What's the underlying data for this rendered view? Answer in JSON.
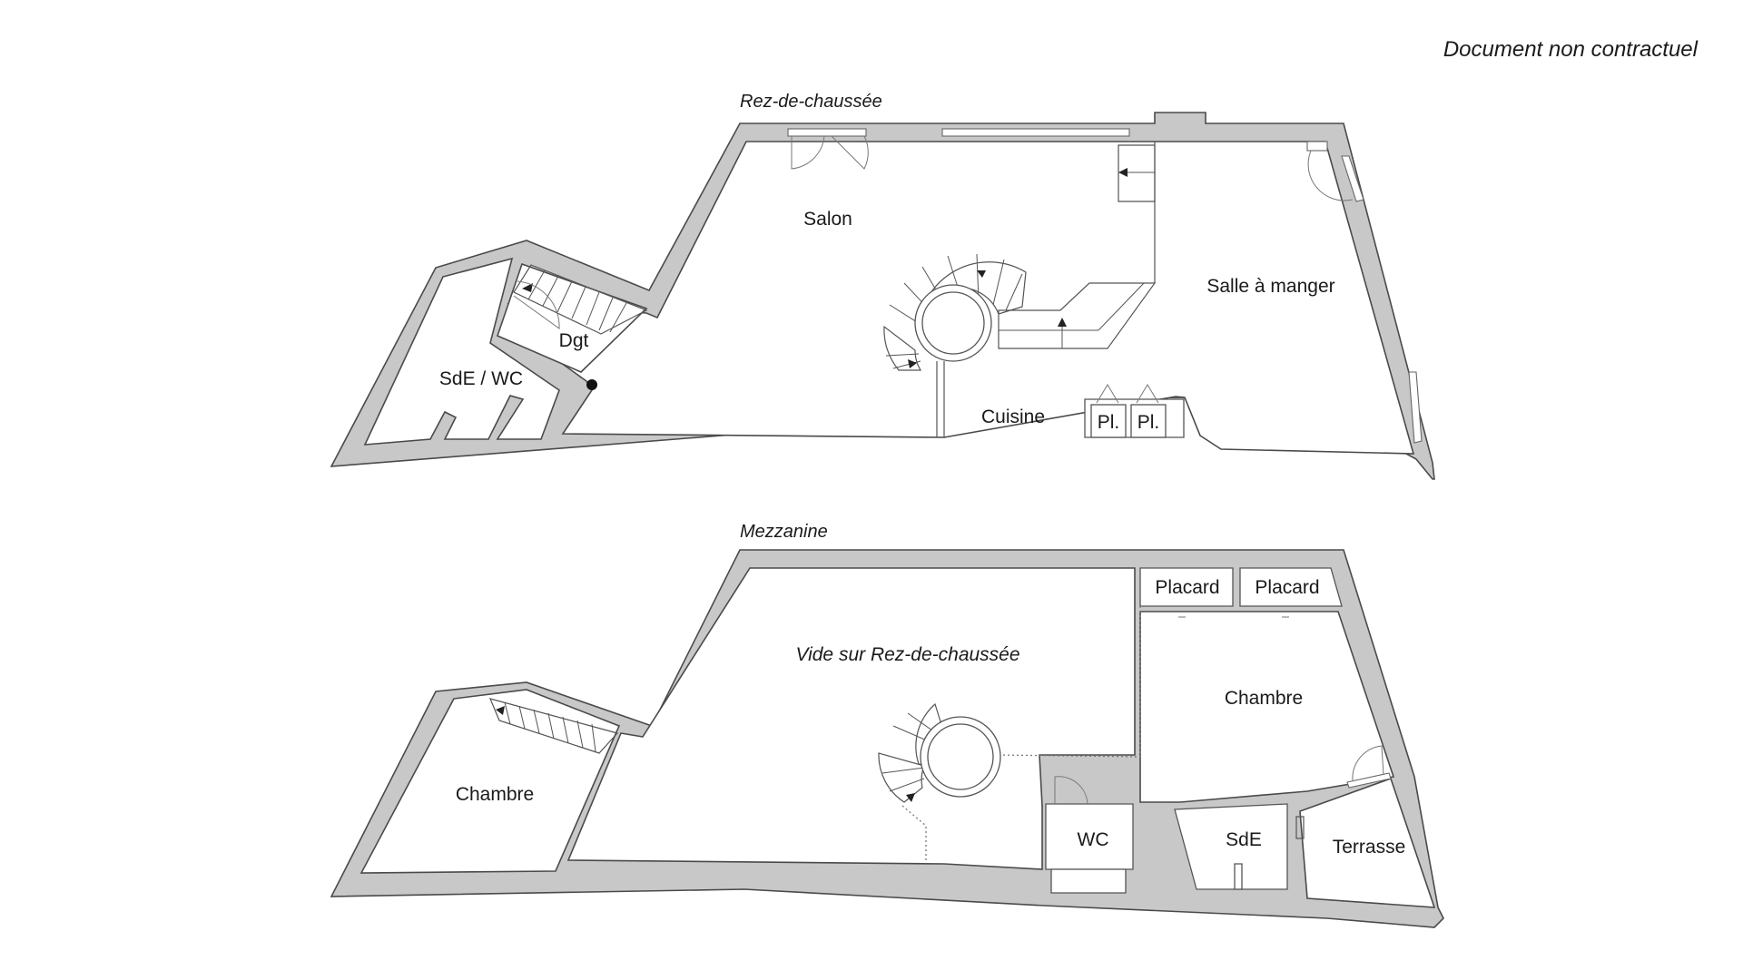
{
  "header": {
    "disclaimer": "Document non contractuel"
  },
  "levels": {
    "ground": {
      "title": "Rez-de-chaussée",
      "rooms": {
        "salon": "Salon",
        "salle_a_manger": "Salle à manger",
        "dgt": "Dgt",
        "sde_wc": "SdE / WC",
        "cuisine": "Cuisine",
        "placard_1": "Pl.",
        "placard_2": "Pl."
      }
    },
    "mezzanine": {
      "title": "Mezzanine",
      "rooms": {
        "vide": "Vide sur Rez-de-chaussée",
        "chambre_left": "Chambre",
        "chambre_right": "Chambre",
        "placard_1": "Placard",
        "placard_2": "Placard",
        "wc": "WC",
        "sde": "SdE",
        "terrasse": "Terrasse"
      }
    }
  },
  "colors": {
    "wall": "#c8c8c8",
    "outline": "#4a4a4a",
    "background": "#ffffff"
  }
}
